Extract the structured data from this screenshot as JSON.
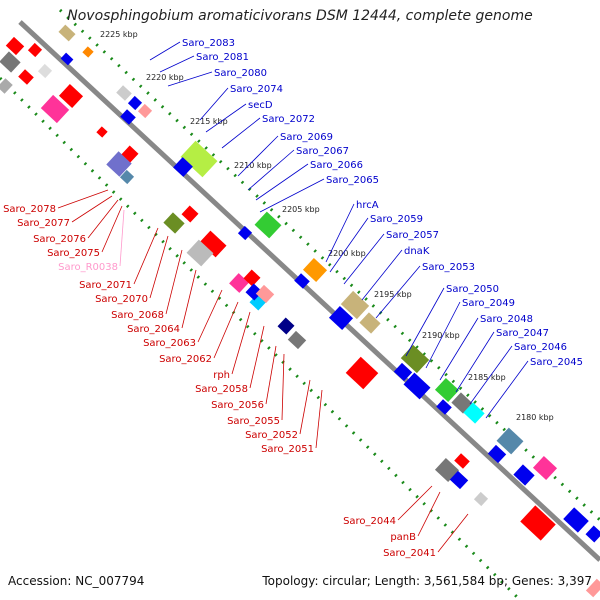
{
  "title": "Novosphingobium aromaticivorans DSM 12444, complete genome",
  "footer": {
    "accession": "Accession: NC_007794",
    "summary": "Topology: circular; Length: 3,561,584 bp; Genes: 3,397"
  },
  "colors": {
    "forward_cds": "#ff0000",
    "reverse_cds": "#0000ee",
    "forward_label": "#cc0000",
    "reverse_label": "#0000cc",
    "rna_label": "#ff99cc",
    "backbone": "#888888",
    "tick": "#1a8a1a"
  },
  "kbp_ticks": [
    "2225 kbp",
    "2220 kbp",
    "2215 kbp",
    "2210 kbp",
    "2205 kbp",
    "2200 kbp",
    "2195 kbp",
    "2190 kbp",
    "2185 kbp",
    "2180 kbp"
  ],
  "upper_labels": [
    "Saro_2083",
    "Saro_2081",
    "Saro_2080",
    "Saro_2074",
    "secD",
    "Saro_2072",
    "Saro_2069",
    "Saro_2067",
    "Saro_2066",
    "Saro_2065",
    "hrcA",
    "Saro_2059",
    "Saro_2057",
    "dnaK",
    "Saro_2053",
    "Saro_2050",
    "Saro_2049",
    "Saro_2048",
    "Saro_2047",
    "Saro_2046",
    "Saro_2045"
  ],
  "lower_labels": [
    "Saro_2078",
    "Saro_2077",
    "Saro_2076",
    "Saro_2075",
    "Saro_R0038",
    "Saro_2071",
    "Saro_2070",
    "Saro_2068",
    "Saro_2064",
    "Saro_2063",
    "Saro_2062",
    "rph",
    "Saro_2058",
    "Saro_2056",
    "Saro_2055",
    "Saro_2052",
    "Saro_2051",
    "Saro_2044",
    "panB",
    "Saro_2041"
  ]
}
